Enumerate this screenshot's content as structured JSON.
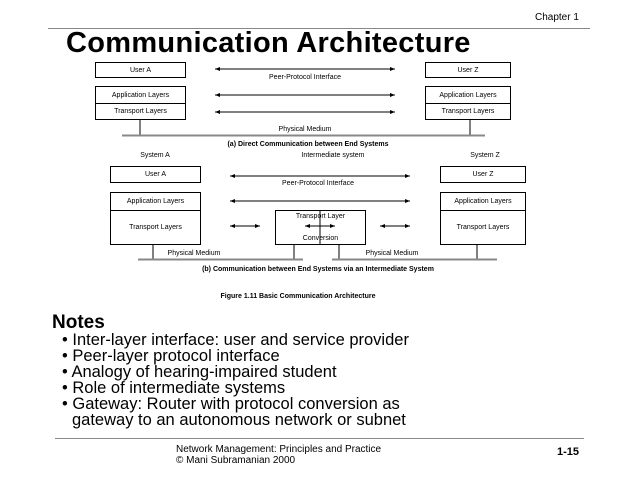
{
  "header": {
    "chapter": "Chapter 1",
    "title": "Communication Architecture"
  },
  "figure": {
    "a": {
      "user_a": "User A",
      "user_z": "User Z",
      "peer": "Peer-Protocol Interface",
      "app": "Application Layers",
      "transport": "Transport Layers",
      "medium": "Physical Medium",
      "caption": "(a) Direct Communication between End Systems"
    },
    "b": {
      "system_a": "System A",
      "intermediate": "Intermediate system",
      "system_z": "System Z",
      "user_a": "User A",
      "user_z": "User Z",
      "peer": "Peer-Protocol Interface",
      "app": "Application Layers",
      "transport": "Transport Layers",
      "conv1": "Transport Layer",
      "conv2": "Conversion",
      "medium": "Physical Medium",
      "caption": "(b) Communication between End Systems via an Intermediate System"
    },
    "caption": "Figure 1.11 Basic Communication Architecture"
  },
  "notes": {
    "heading": "Notes",
    "items": [
      "Inter-layer interface: user and service provider",
      "Peer-layer protocol interface",
      "Analogy of hearing-impaired student",
      "Role of intermediate systems",
      "Gateway: Router with protocol conversion as",
      "gateway to an autonomous network or subnet"
    ]
  },
  "footer": {
    "line1": "Network Management: Principles and Practice",
    "line2": "© Mani Subramanian 2000",
    "page": "1-15"
  }
}
